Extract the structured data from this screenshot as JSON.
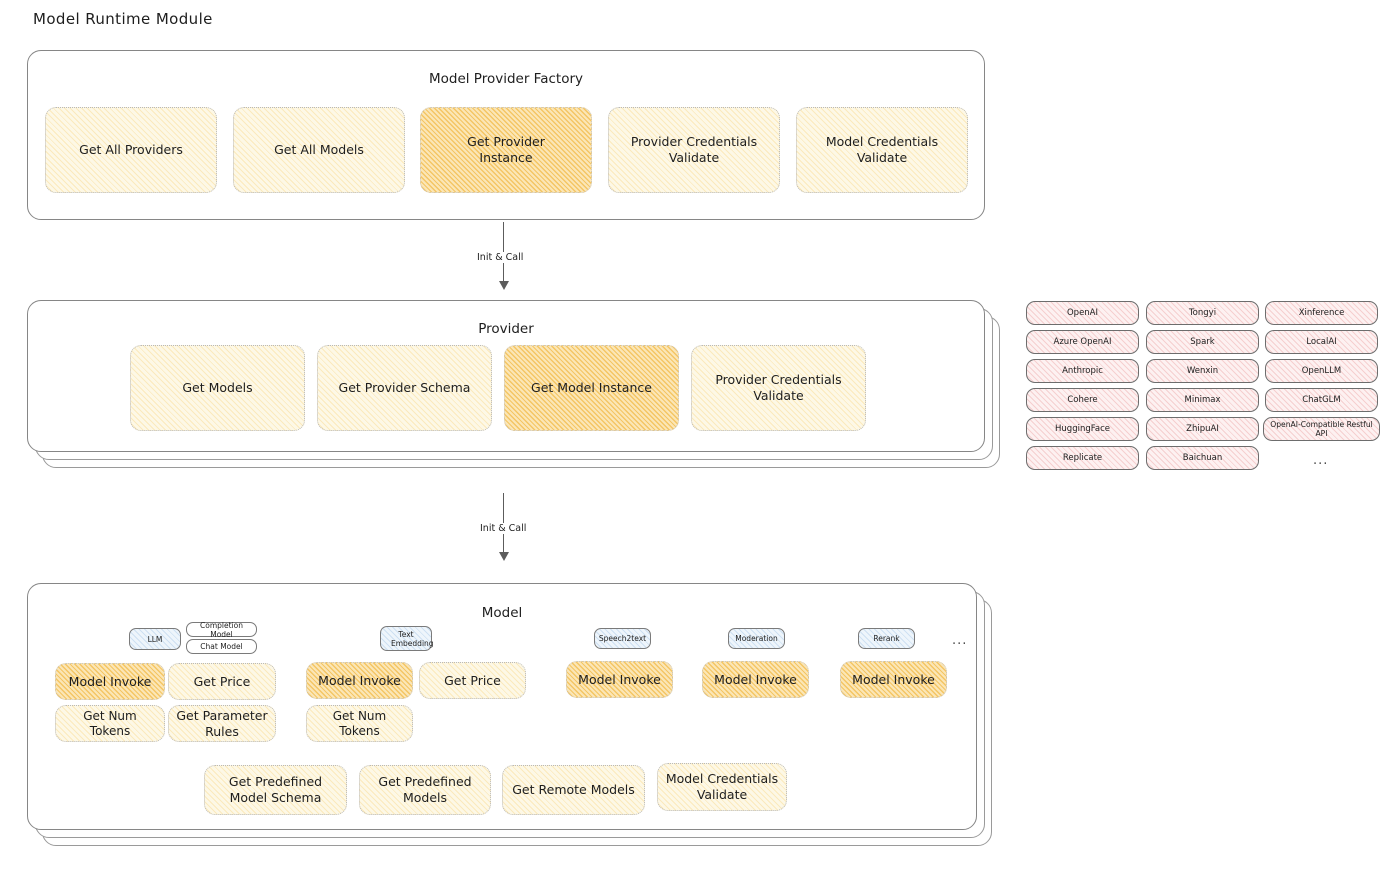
{
  "page": {
    "title": "Model Runtime Module"
  },
  "factory": {
    "title": "Model Provider Factory",
    "nodes": [
      {
        "label": "Get All Providers",
        "highlight": false
      },
      {
        "label": "Get All Models",
        "highlight": false
      },
      {
        "label": "Get Provider Instance",
        "highlight": true
      },
      {
        "label": "Provider Credentials Validate",
        "highlight": false
      },
      {
        "label": "Model Credentials Validate",
        "highlight": false
      }
    ]
  },
  "arrows": [
    {
      "label": "Init & Call"
    },
    {
      "label": "Init & Call"
    }
  ],
  "provider": {
    "title": "Provider",
    "nodes": [
      {
        "label": "Get Models",
        "highlight": false
      },
      {
        "label": "Get Provider Schema",
        "highlight": false
      },
      {
        "label": "Get Model Instance",
        "highlight": true
      },
      {
        "label": "Provider Credentials Validate",
        "highlight": false
      }
    ]
  },
  "provider_list": {
    "columns": [
      [
        "OpenAI",
        "Azure OpenAI",
        "Anthropic",
        "Cohere",
        "HuggingFace",
        "Replicate"
      ],
      [
        "Tongyi",
        "Spark",
        "Wenxin",
        "Minimax",
        "ZhipuAI",
        "Baichuan"
      ],
      [
        "Xinference",
        "LocalAI",
        "OpenLLM",
        "ChatGLM",
        "OpenAI-Compatible Restful API"
      ]
    ],
    "more": "..."
  },
  "model": {
    "title": "Model",
    "more": "...",
    "types": [
      {
        "tag": "LLM",
        "tag_accent": true,
        "subtags": [
          "Completion Model",
          "Chat Model"
        ],
        "methods": [
          {
            "label": "Model Invoke",
            "highlight": true
          },
          {
            "label": "Get Price",
            "highlight": false
          },
          {
            "label": "Get Num Tokens",
            "highlight": false
          },
          {
            "label": "Get Parameter Rules",
            "highlight": false
          }
        ]
      },
      {
        "tag": "Text Embedding",
        "tag_accent": true,
        "subtags": [],
        "methods": [
          {
            "label": "Model Invoke",
            "highlight": true
          },
          {
            "label": "Get Price",
            "highlight": false
          },
          {
            "label": "Get Num Tokens",
            "highlight": false
          }
        ]
      },
      {
        "tag": "Speech2text",
        "tag_accent": true,
        "subtags": [],
        "methods": [
          {
            "label": "Model Invoke",
            "highlight": true
          }
        ]
      },
      {
        "tag": "Moderation",
        "tag_accent": true,
        "subtags": [],
        "methods": [
          {
            "label": "Model Invoke",
            "highlight": true
          }
        ]
      },
      {
        "tag": "Rerank",
        "tag_accent": true,
        "subtags": [],
        "methods": [
          {
            "label": "Model Invoke",
            "highlight": true
          }
        ]
      }
    ],
    "common_nodes": [
      {
        "label": "Get Predefined Model Schema"
      },
      {
        "label": "Get Predefined Models"
      },
      {
        "label": "Get Remote Models"
      },
      {
        "label": "Model Credentials Validate"
      }
    ]
  },
  "colors": {
    "highlight_fill": "#fbe6b6",
    "node_fill": "#fdf8e6",
    "provider_fill": "#fdf1f1",
    "tag_fill": "#eef5fb",
    "stroke": "#868686"
  }
}
